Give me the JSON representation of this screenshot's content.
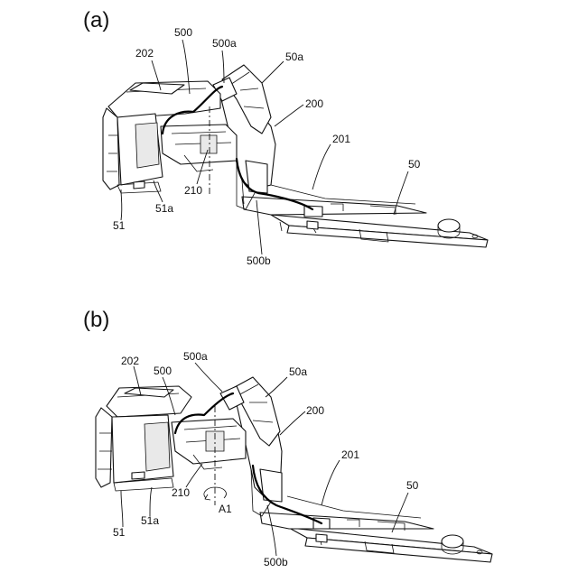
{
  "panels": [
    {
      "label": "(a)",
      "refs": {
        "r500": "500",
        "r500a": "500a",
        "r202": "202",
        "r50a": "50a",
        "r200": "200",
        "r201": "201",
        "r50": "50",
        "r210": "210",
        "r51": "51",
        "r51a": "51a",
        "r500b": "500b"
      }
    },
    {
      "label": "(b)",
      "refs": {
        "r202": "202",
        "r500": "500",
        "r500a": "500a",
        "r50a": "50a",
        "r200": "200",
        "r201": "201",
        "r50": "50",
        "r210": "210",
        "rA1": "A1",
        "r51": "51",
        "r51a": "51a",
        "r500b": "500b"
      }
    }
  ]
}
